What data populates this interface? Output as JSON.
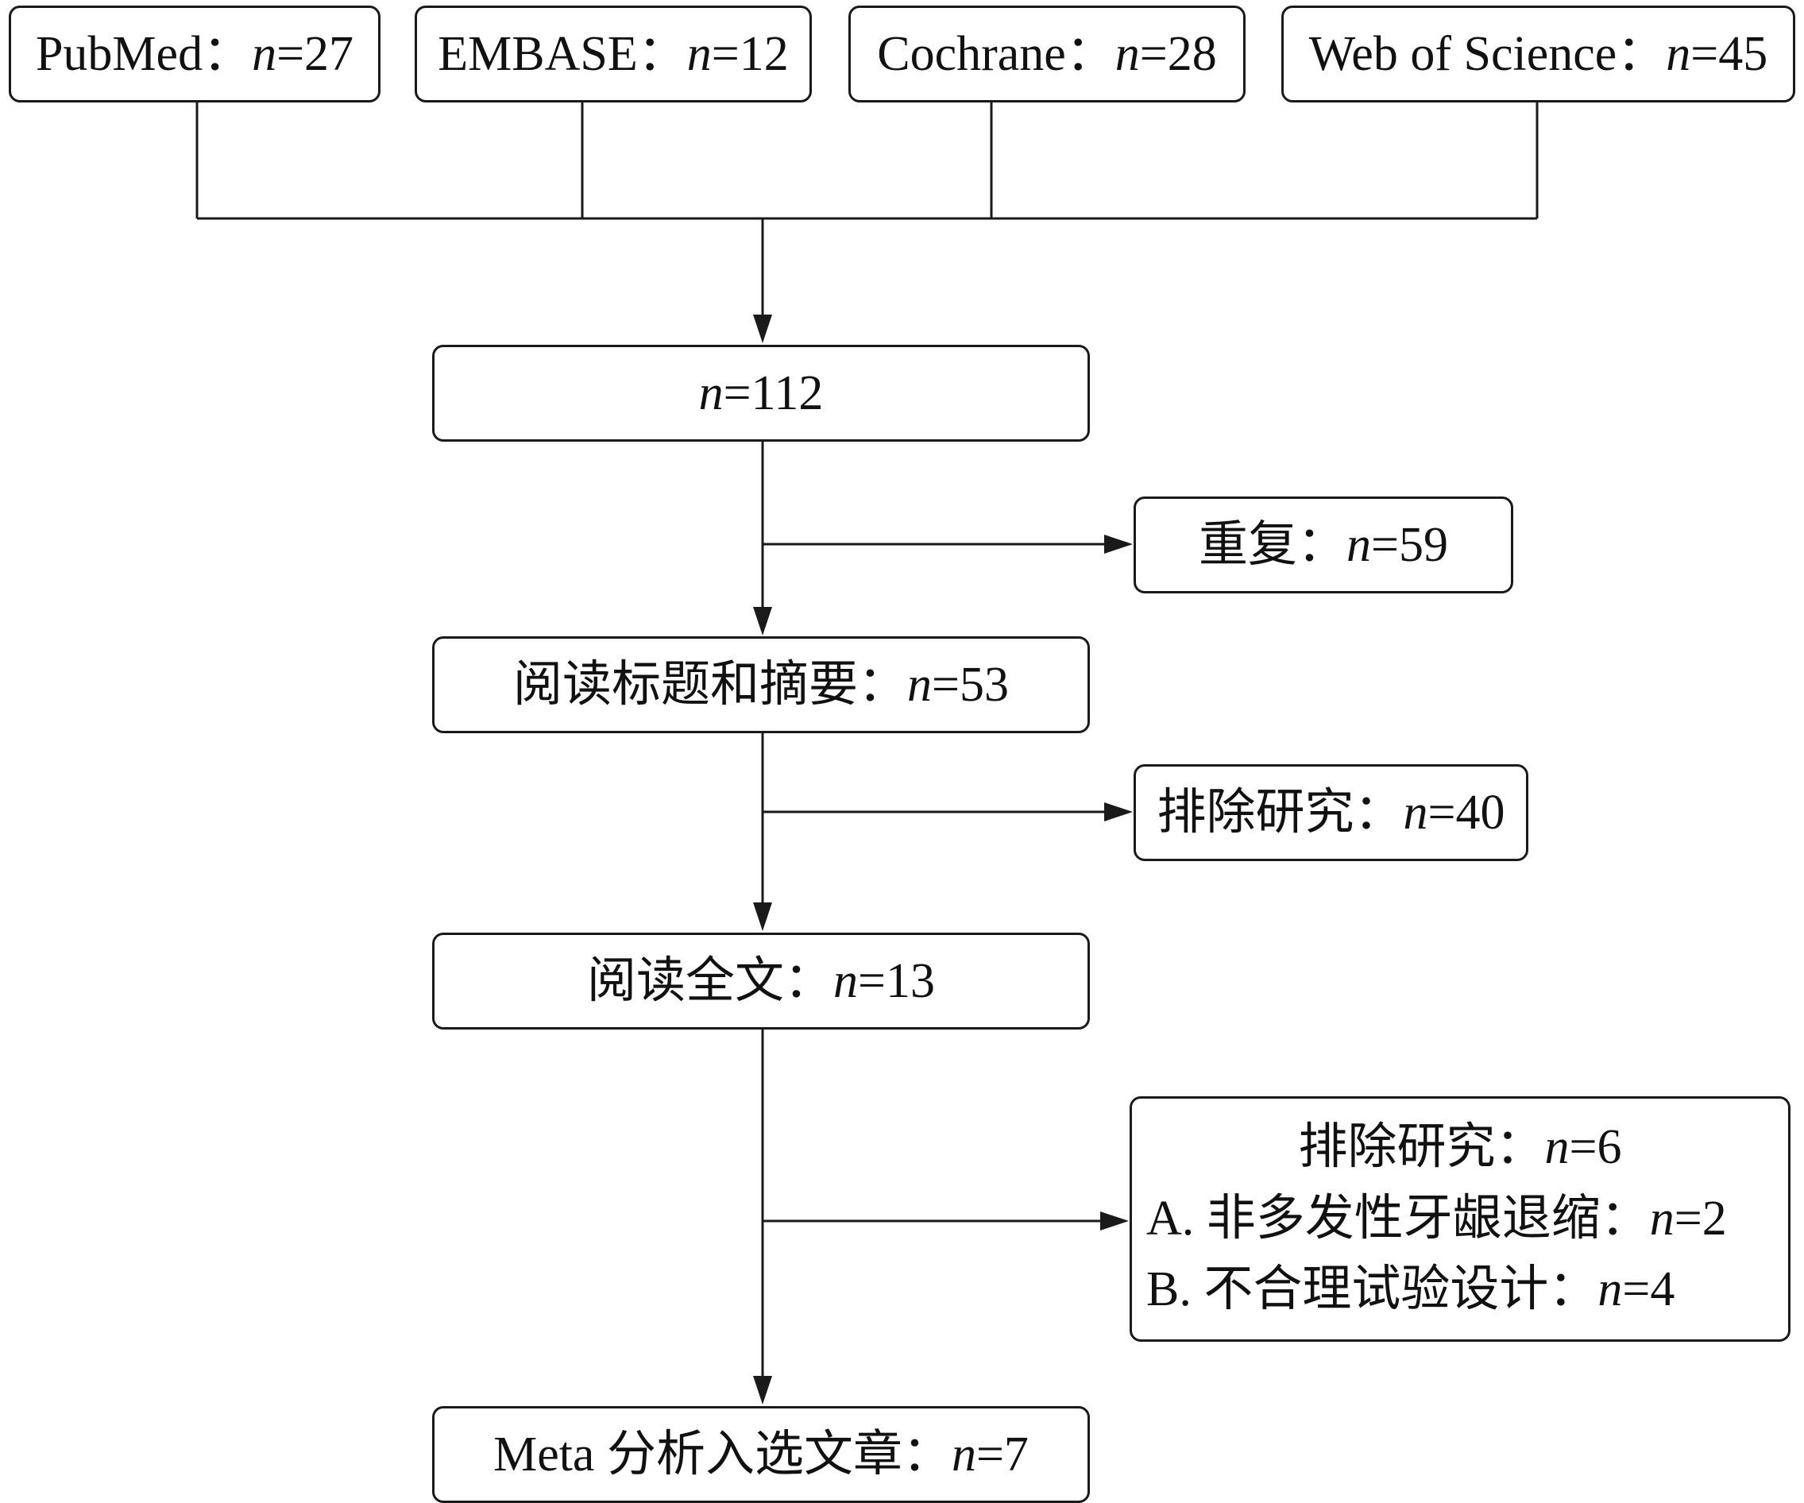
{
  "n_symbol": "n",
  "sources": [
    {
      "label": "PubMed：",
      "value": "=27"
    },
    {
      "label": "EMBASE：",
      "value": "=12"
    },
    {
      "label": "Cochrane：",
      "value": "=28"
    },
    {
      "label": "Web of Science：",
      "value": "=45"
    }
  ],
  "total": {
    "label": "",
    "value": "=112"
  },
  "duplicates": {
    "label": "重复：",
    "value": "=59"
  },
  "title_abstract": {
    "label": "阅读标题和摘要：",
    "value": "=53"
  },
  "exclusion_1": {
    "label": "排除研究：",
    "value": "=40"
  },
  "full_text": {
    "label": "阅读全文：",
    "value": "=13"
  },
  "exclusion_2": {
    "heading": {
      "label": "排除研究：",
      "value": "=6"
    },
    "reasons": [
      {
        "label": "A. 非多发性牙龈退缩：",
        "value": "=2"
      },
      {
        "label": "B. 不合理试验设计：",
        "value": "=4"
      }
    ]
  },
  "final": {
    "label": "Meta 分析入选文章：",
    "value": "=7"
  }
}
